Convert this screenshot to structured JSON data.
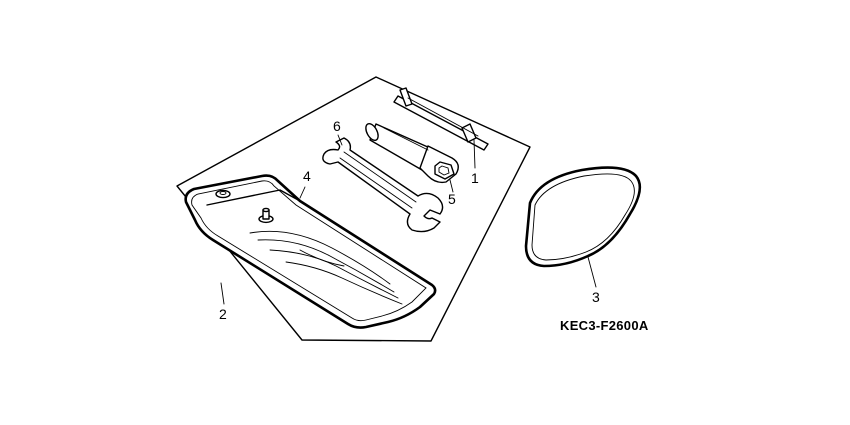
{
  "diagram": {
    "code": "KEC3-F2600A",
    "callouts": {
      "c1": "1",
      "c2": "2",
      "c3": "3",
      "c4": "4",
      "c5": "5",
      "c6": "6"
    }
  }
}
